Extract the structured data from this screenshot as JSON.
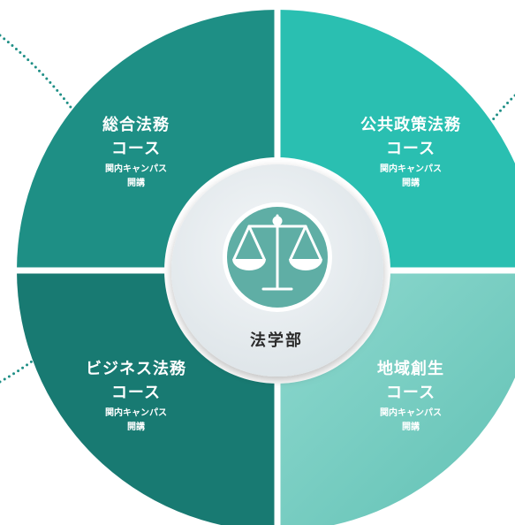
{
  "colors": {
    "quadrant_top_left": "#1e8f85",
    "quadrant_top_right": "#2abfb1",
    "quadrant_bottom_left": "#187a72",
    "quadrant_bottom_right": "#7fd2c7",
    "hub": "#e8edf0",
    "hub_emblem": "#5faea5",
    "dots": "#1f8f86"
  },
  "center": {
    "label": "法学部",
    "icon": "scales-of-justice-icon"
  },
  "courses": {
    "top_left": {
      "title_line1": "総合法務",
      "title_line2": "コース",
      "note_line1": "関内キャンパス",
      "note_line2": "開講"
    },
    "top_right": {
      "title_line1": "公共政策法務",
      "title_line2": "コース",
      "note_line1": "関内キャンパス",
      "note_line2": "開講"
    },
    "bottom_left": {
      "title_line1": "ビジネス法務",
      "title_line2": "コース",
      "note_line1": "関内キャンパス",
      "note_line2": "開講"
    },
    "bottom_right": {
      "title_line1": "地域創生",
      "title_line2": "コース",
      "note_line1": "関内キャンパス",
      "note_line2": "開講"
    }
  }
}
